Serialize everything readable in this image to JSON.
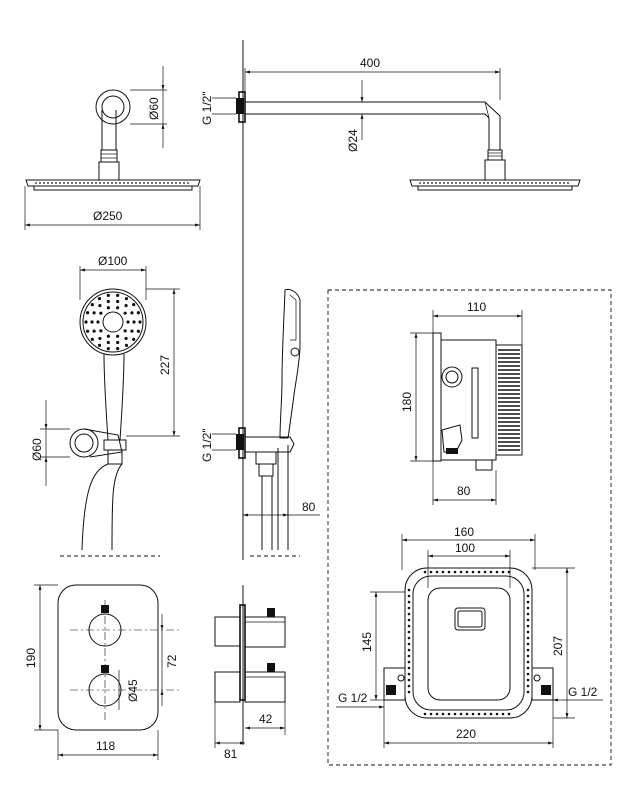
{
  "dimensions": {
    "head_diameter": "Ø250",
    "arm_length": "400",
    "arm_flange_diameter": "Ø60",
    "arm_tube_diameter": "Ø24",
    "inlet_head": "G 1/2\"",
    "hand_shower_diameter": "Ø100",
    "hand_shower_length": "227",
    "holder_diameter": "Ø60",
    "inlet_holder": "G 1/2\"",
    "holder_depth": "80",
    "box_width": "110",
    "box_height": "180",
    "box_depth": "80",
    "body_width_outer": "160",
    "body_width_inner": "100",
    "body_height_inner": "145",
    "body_height_outer": "207",
    "body_total_width": "220",
    "body_inlet_left": "G 1/2",
    "body_inlet_right": "G 1/2",
    "plate_height": "190",
    "plate_width": "118",
    "knob_spacing": "72",
    "knob_diameter": "Ø45",
    "knob_depth": "42",
    "mixer_depth": "81"
  }
}
